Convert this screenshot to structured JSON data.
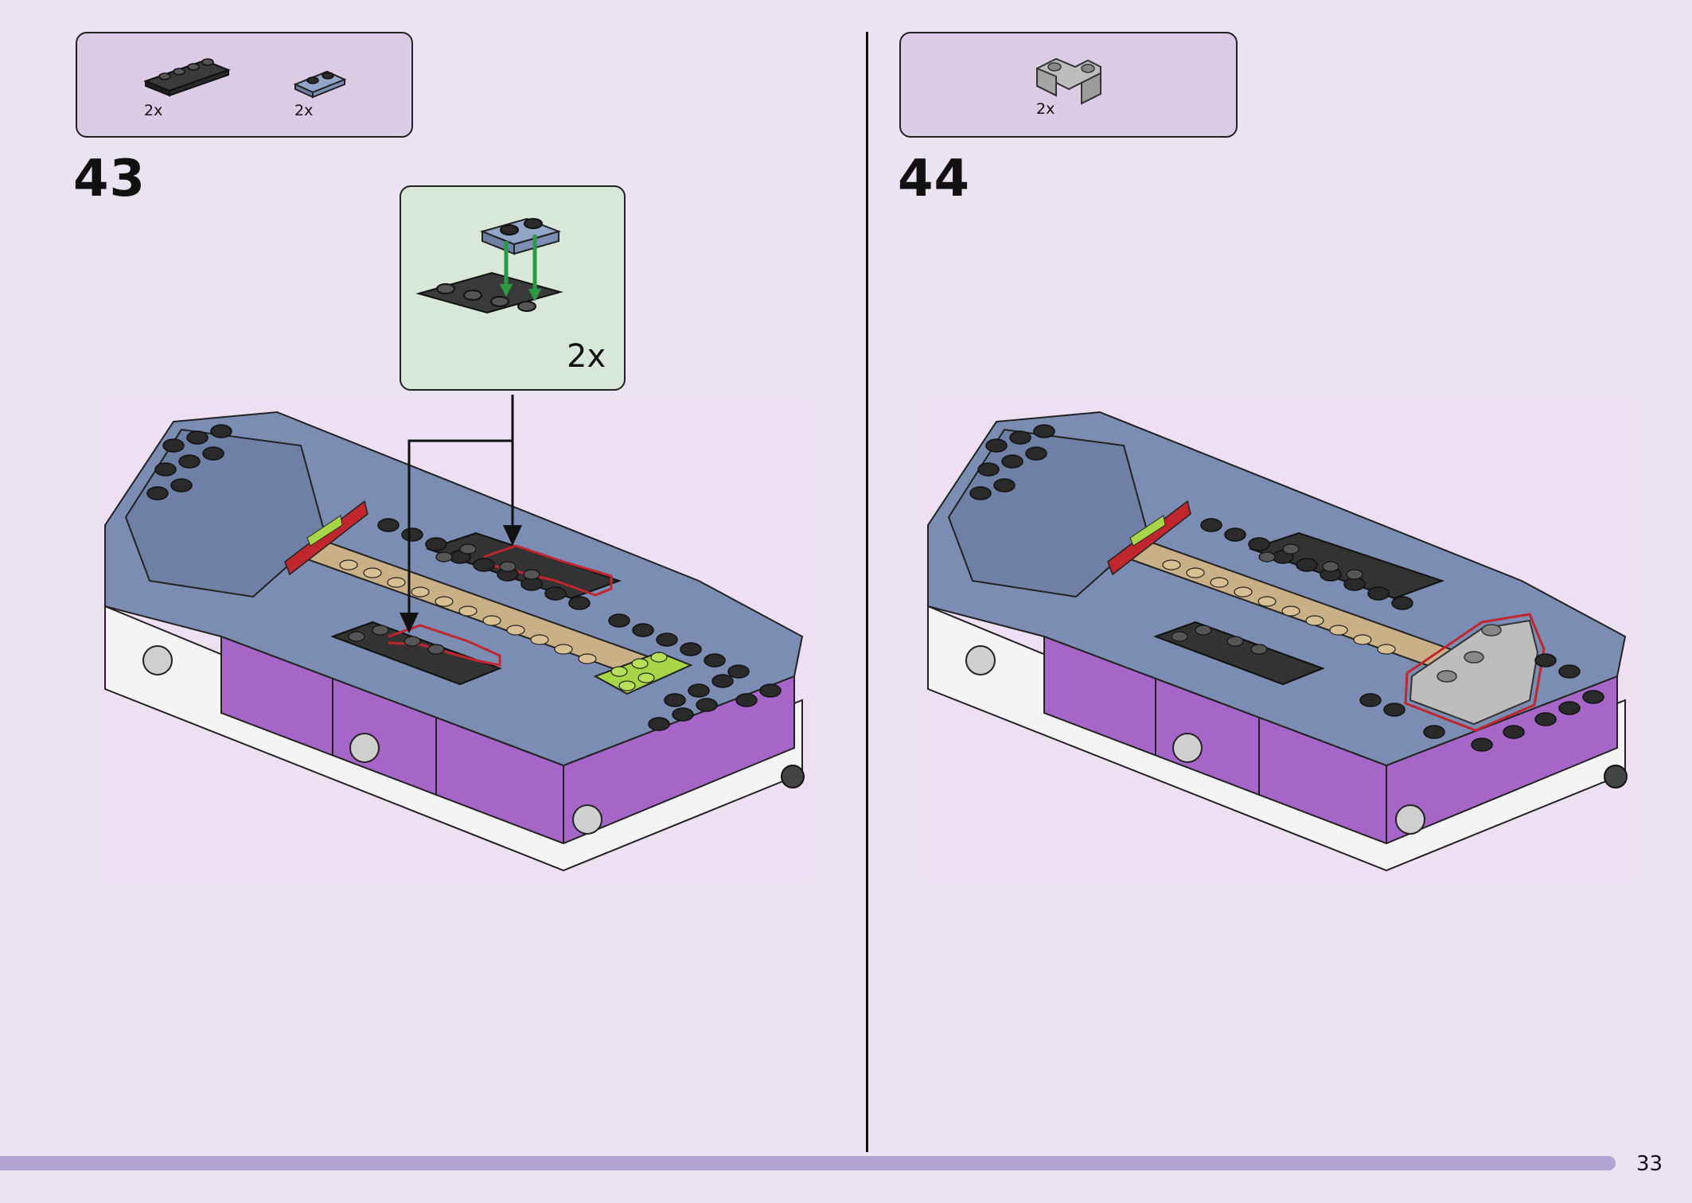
{
  "page": {
    "number": "33"
  },
  "progress": {
    "fraction": 0.955
  },
  "steps": [
    {
      "number": "43",
      "parts": [
        {
          "icon": "black-plate-1x4-icon",
          "qty": "2x",
          "color": "#2b2b2b"
        },
        {
          "icon": "blue-plate-1x2-icon",
          "qty": "2x",
          "color": "#8a9cbf"
        }
      ],
      "callout": {
        "qty": "2x"
      }
    },
    {
      "number": "44",
      "parts": [
        {
          "icon": "grey-corner-brick-icon",
          "qty": "2x",
          "color": "#bdbdbd"
        }
      ]
    }
  ],
  "colors": {
    "background": "#ebe3f2",
    "parts_box": "#dccbe4",
    "callout_box": "#d8e8d8",
    "progress": "#b3a3d2",
    "highlight": "#c0262d",
    "arrow_green": "#2a9a45"
  }
}
